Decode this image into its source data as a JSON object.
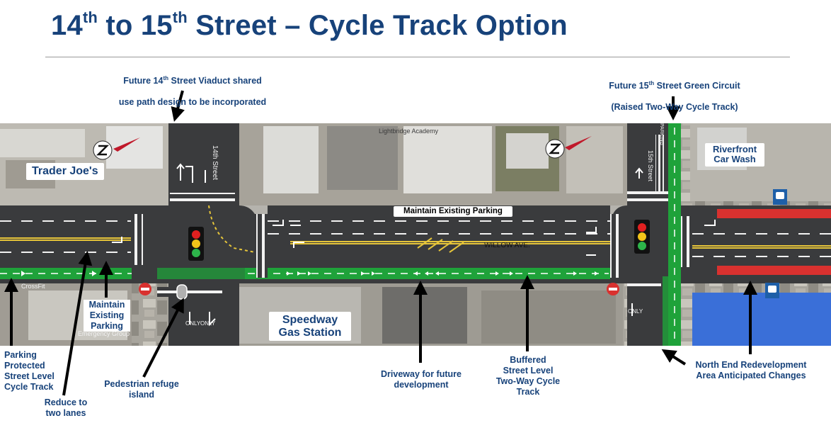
{
  "title": {
    "number_a": "14",
    "suffix_a": "th",
    "middle": " to 15",
    "suffix_b": "th",
    "rest": " Street – Cycle Track Option"
  },
  "callouts": {
    "viaduct": {
      "line1_a": "Future 14",
      "line1_sup": "th",
      "line1_b": " Street Viaduct shared",
      "line2": "use path design to be incorporated"
    },
    "green_circuit": {
      "line1_a": "Future 15",
      "line1_sup": "th",
      "line1_b": " Street Green Circuit",
      "line2": "(Raised Two-Way Cycle Track)"
    },
    "parking_protected": "Parking\nProtected\nStreet Level\nCycle Track",
    "reduce_lanes": "Reduce to\ntwo lanes",
    "maintain_parking_left": "Maintain\nExisting\nParking",
    "refuge_island": "Pedestrian refuge\nisland",
    "driveway": "Driveway for future\ndevelopment",
    "buffered_track": "Buffered\nStreet Level\nTwo-Way Cycle\nTrack",
    "north_end": "North End Redevelopment\nArea Anticipated Changes"
  },
  "map_labels": {
    "trader_joes": "Trader Joe's",
    "speedway": "Speedway\nGas Station",
    "riverfront": "Riverfront\nCar Wash",
    "maintain_parking_top": "Maintain Existing Parking",
    "willow_ave": "WILLOW AVE.",
    "street_14": "14th Street",
    "street_15": "15th Street",
    "lightbridge": "Lightbridge Academy",
    "crossfit": "CrossFit",
    "emergency": "Emergency Group",
    "only_1": "ONLY",
    "only_2": "ONLY",
    "only_3": "ONLY",
    "parking_sign": "PARKING"
  },
  "colors": {
    "title": "#17427a",
    "cycle_track": "#1fa23a",
    "bus_lane": "#d9312f",
    "road": "#3a3b3d",
    "river": "#3a6fd8"
  },
  "icons": [
    "north-arrow-icon",
    "traffic-signal-icon",
    "bus-stop-icon",
    "no-entry-icon"
  ]
}
